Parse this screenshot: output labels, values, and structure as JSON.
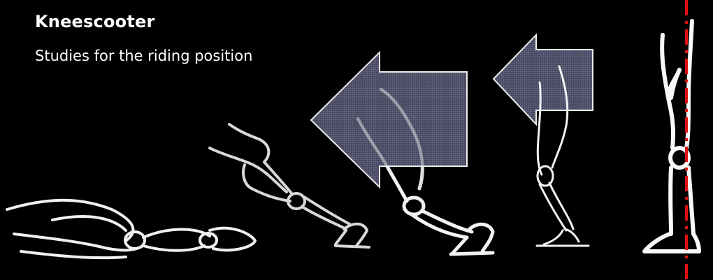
{
  "slide": {
    "title": "Kneescooter",
    "subtitle": "Studies for the riding position"
  },
  "colors": {
    "background": "#000000",
    "text": "#ffffff",
    "sketch": "#f2f2f2",
    "arrow_fill": "#5b5d78",
    "arrow_outline": "#ffffff",
    "axis_line": "#e01010"
  },
  "figures": [
    "lying-pose-figure",
    "kneeling-pose-figure",
    "crouch-pose-figure",
    "leaning-stand-figure",
    "upright-stand-figure"
  ],
  "arrows": [
    "left-arrow-large",
    "left-arrow-small"
  ]
}
